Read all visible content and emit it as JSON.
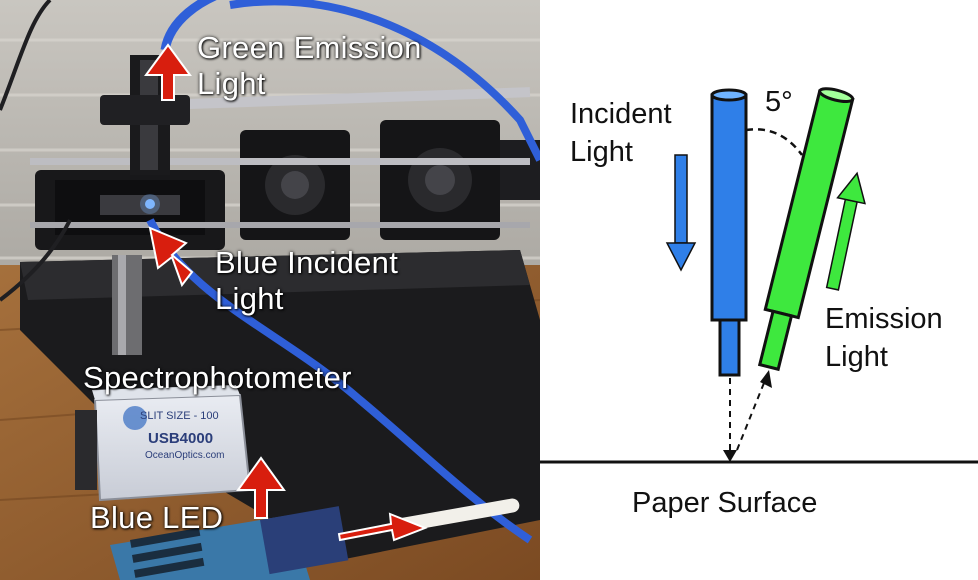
{
  "photo": {
    "labels": {
      "green_emission": [
        "Green Emission",
        "Light"
      ],
      "blue_incident": [
        "Blue Incident",
        "Light"
      ],
      "spectrophotometer": "Spectrophotometer",
      "blue_led": "Blue LED"
    },
    "device": {
      "slit_size": "SLIT SIZE - 100",
      "model": "USB4000",
      "website": "OceanOptics.com"
    },
    "colors": {
      "arrow": "#d81e0e",
      "fiber": "#2f5fd8",
      "label": "#ffffff"
    }
  },
  "diagram": {
    "angle_label": "5°",
    "incident_label": [
      "Incident",
      "Light"
    ],
    "emission_label": [
      "Emission",
      "Light"
    ],
    "surface_label": "Paper Surface",
    "colors": {
      "incident_fiber": "#2f7fe8",
      "emission_fiber": "#3ee83e",
      "outline": "#111111"
    }
  }
}
